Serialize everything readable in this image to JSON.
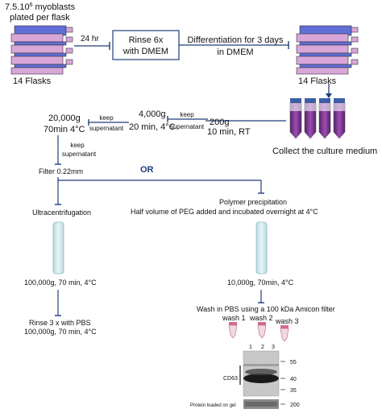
{
  "header": {
    "cells_line1": "7.5.10",
    "cells_sup": "6",
    "cells_line1_tail": " myoblasts",
    "cells_line2": "plated per flask",
    "flasks_left": "14 Flasks",
    "flasks_right": "14 Flasks",
    "time_label": "24 hr",
    "rinse_line1": "Rinse 6x",
    "rinse_line2": "with DMEM",
    "diff_line1": "Differentiation for 3 days",
    "diff_line2": "in DMEM",
    "collect_label": "Collect the culture medium"
  },
  "centrifugation": {
    "step1_line1": "200g",
    "step1_line2": "10 min, RT",
    "step2_line1": "4,000g",
    "step2_line2": "20 min, 4°C",
    "step3_line1": "20,000g",
    "step3_line2": "70min 4°C",
    "keep1_line1": "keep",
    "keep1_line2": "supernatant",
    "keep2_line1": "keep",
    "keep2_line2": "supernatant",
    "keep3_line1": "keep",
    "keep3_line2": "supernatant",
    "filter_label": "Filter 0.22mm",
    "or_label": "OR"
  },
  "left_branch": {
    "title": "Ultracentrifugation",
    "spin_label": "100,000g, 70 min, 4°C",
    "rinse_line1": "Rinse 3 x with PBS",
    "rinse_line2": "100,000g, 70 min, 4°C"
  },
  "right_branch": {
    "title_line1": "Polymer precipitation",
    "title_line2": "Half volume of PEG added and incubated overnight at 4°C",
    "spin_label": "10,000g, 70min, 4°C",
    "wash_label": "Wash in PBS using a 100 kDa Amicon filter",
    "wash1": "wash 1",
    "wash2": "wash 2",
    "wash3": "wash 3"
  },
  "blot": {
    "lanes": [
      "1",
      "2",
      "3"
    ],
    "markers": [
      "55",
      "40",
      "35"
    ],
    "bottom_marker": "200",
    "target_label": "CD63",
    "loading_label": "Protein loaded on gel"
  },
  "colors": {
    "flask_pink": "#d9a6d9",
    "flask_blue": "#5f6fd6",
    "tube_purple": "#7a2f8f",
    "tube_cap": "#3d5fa8",
    "column_fill": "#cfe8ec",
    "column_stroke": "#8fb9c2",
    "arrow_blue": "#1f3d7a"
  }
}
